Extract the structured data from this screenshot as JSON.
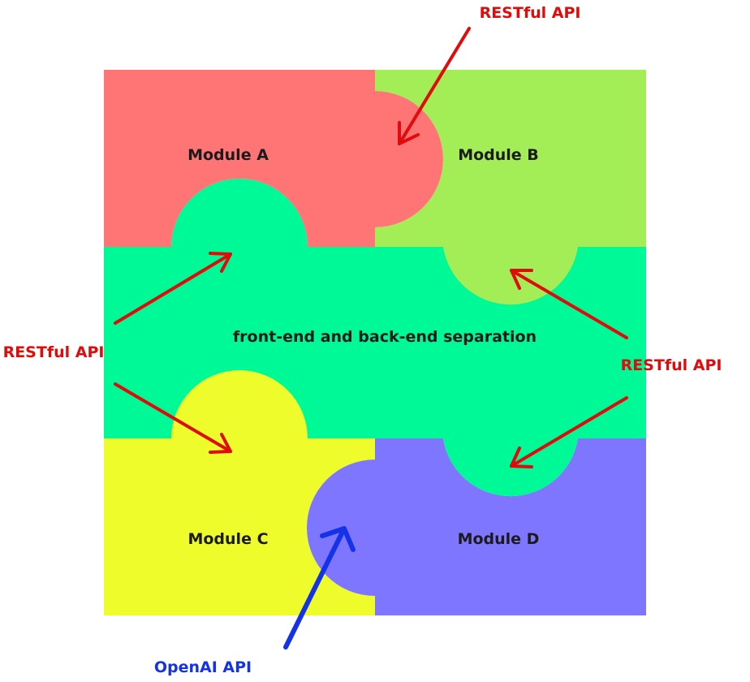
{
  "modules": {
    "a": "Module A",
    "b": "Module B",
    "c": "Module C",
    "d": "Module D",
    "center": "front-end and back-end separation"
  },
  "apis": {
    "top": "RESTful API",
    "left": "RESTful API",
    "right": "RESTful API",
    "bottom": "OpenAI API"
  },
  "colors": {
    "module_a": "#ff7474",
    "module_b": "#a3ed56",
    "module_c": "#eefc2c",
    "module_d": "#7f76ff",
    "center": "#00f997",
    "restful_arrow": "#e00b0b",
    "openai_arrow": "#1433e8",
    "label_text": "#1b1b1b"
  }
}
